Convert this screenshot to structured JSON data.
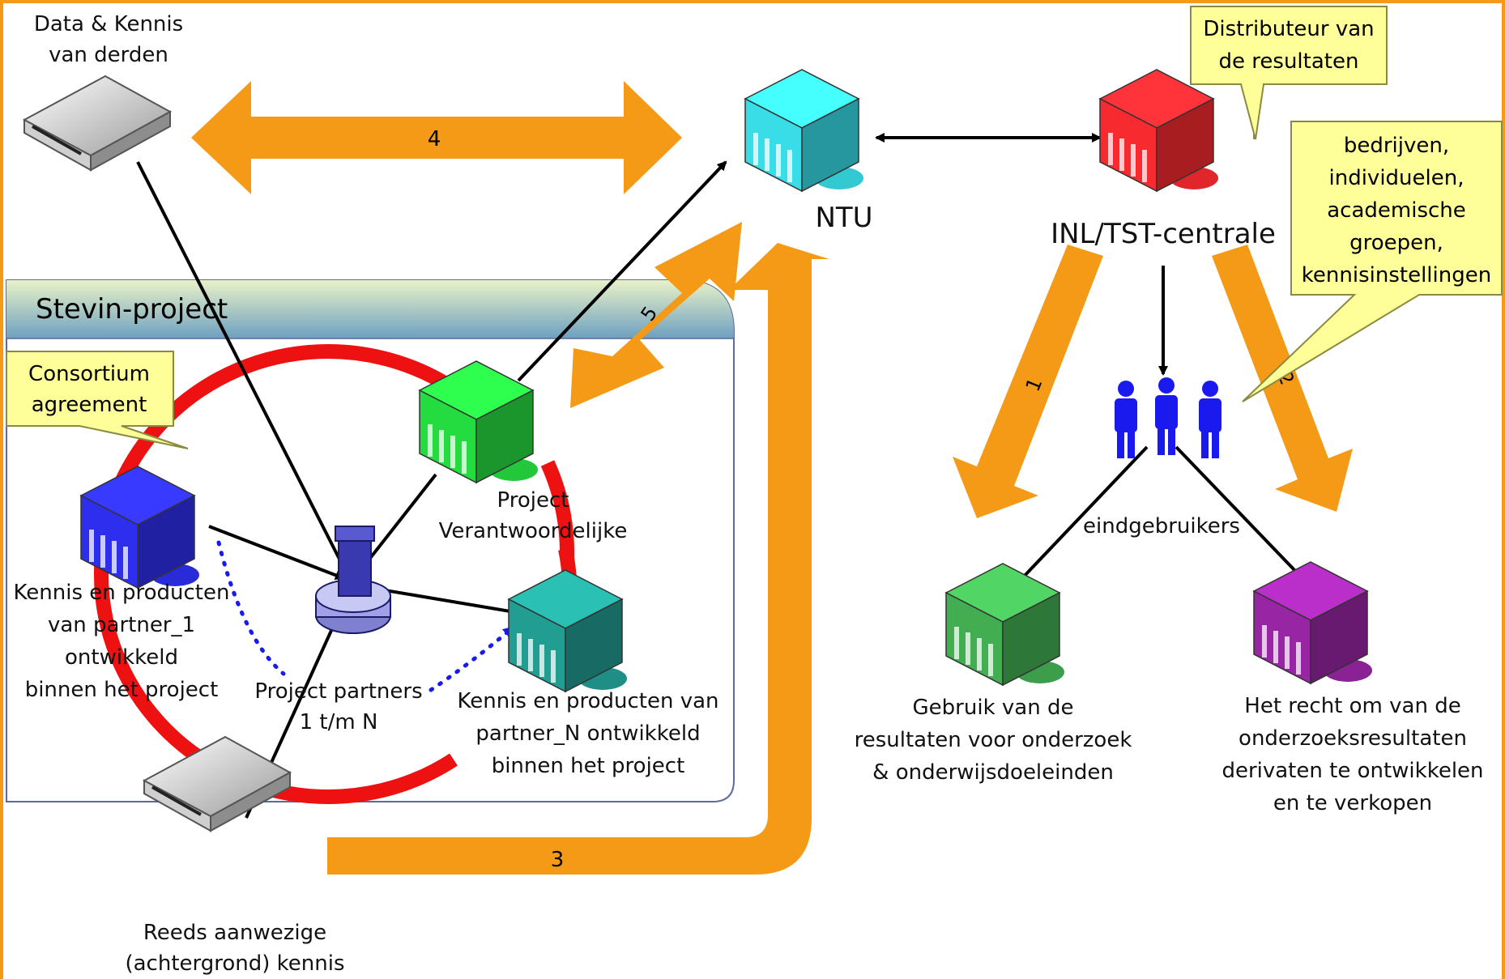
{
  "nodes": {
    "third_party": {
      "line1": "Data & Kennis",
      "line2": "van derden"
    },
    "ntu": {
      "label": "NTU"
    },
    "inl": {
      "label": "INL/TST-centrale"
    },
    "distributor_note": {
      "line1": "Distributeur van",
      "line2": "de resultaten"
    },
    "users_note": {
      "lines": [
        "bedrijven,",
        "individuelen,",
        "academische",
        "groepen,",
        "kennisinstellingen"
      ]
    },
    "stevin": {
      "title": "Stevin-project"
    },
    "consortium_note": {
      "line1": "Consortium",
      "line2": "agreement"
    },
    "project_lead": {
      "line1": "Project",
      "line2": "Verantwoordelijke"
    },
    "partner1": {
      "lines": [
        "Kennis en producten",
        "van partner_1",
        "ontwikkeld",
        "binnen het project"
      ]
    },
    "partners": {
      "line1": "Project partners",
      "line2": "1 t/m N"
    },
    "partnerN": {
      "lines": [
        "Kennis en producten van",
        "partner_N ontwikkeld",
        "binnen het project"
      ]
    },
    "background": {
      "line1": "Reeds aanwezige",
      "line2": "(achtergrond) kennis"
    },
    "endusers": {
      "label": "eindgebruikers"
    },
    "use_research": {
      "lines": [
        "Gebruik van de",
        "resultaten voor onderzoek",
        "& onderwijsdoeleinden"
      ]
    },
    "derivatives": {
      "lines": [
        "Het recht om van de",
        "onderzoeksresultaten",
        "derivaten te ontwikkelen",
        "en te verkopen"
      ]
    }
  },
  "arrows": {
    "a1": "1",
    "a2": "2",
    "a3": "3",
    "a4": "4",
    "a5": "5"
  },
  "colors": {
    "orange": "#f59a16",
    "ring": "#ee1111",
    "note_fill": "#ffff99",
    "ntu": "#33c9d3",
    "inl": "#e0262b",
    "project_lead": "#22c83a",
    "partner1": "#2a2bd8",
    "partnerN": "#1f8f85",
    "use_research": "#3c9e4a",
    "derivatives": "#8a2295",
    "people": "#1a1aee"
  },
  "icons": [
    "server-icon",
    "building-icon",
    "tower-icon",
    "people-icon"
  ]
}
